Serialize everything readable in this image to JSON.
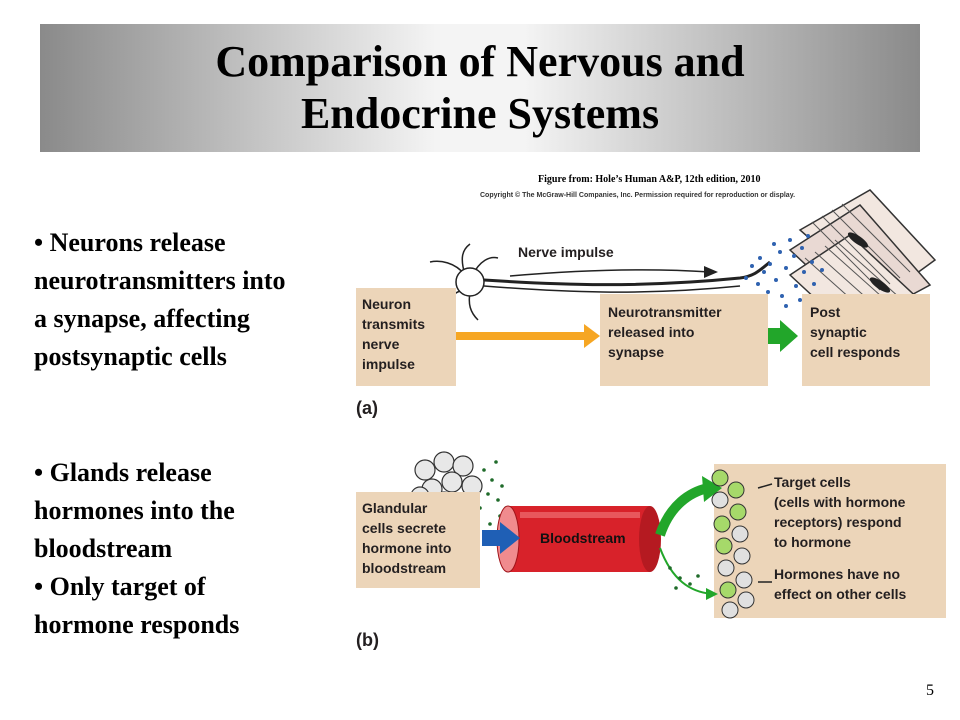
{
  "slide": {
    "title_line1": "Comparison of Nervous and",
    "title_line2": "Endocrine Systems",
    "page_number": "5"
  },
  "bullets_nervous": [
    "• Neurons release",
    "neurotransmitters into",
    "a synapse, affecting",
    "postsynaptic cells"
  ],
  "bullets_endocrine": [
    "• Glands release",
    "hormones into the",
    "bloodstream",
    "• Only target of",
    "hormone responds"
  ],
  "figure": {
    "credit": "Figure from: Hole’s Human A&P, 12th edition, 2010",
    "copyright": "Copyright © The McGraw-Hill Companies, Inc. Permission required for reproduction or display.",
    "panel_a": {
      "label": "(a)",
      "nerve_impulse": "Nerve impulse",
      "box1": [
        "Neuron",
        "transmits",
        "nerve",
        "impulse"
      ],
      "box2": [
        "Neurotransmitter",
        "released into",
        "synapse"
      ],
      "box3": [
        "Post",
        "synaptic",
        "cell responds"
      ]
    },
    "panel_b": {
      "label": "(b)",
      "box1": [
        "Glandular",
        "cells secrete",
        "hormone into",
        "bloodstream"
      ],
      "bloodstream": "Bloodstream",
      "target": [
        "Target cells",
        "(cells with hormone",
        "receptors) respond",
        "to hormone"
      ],
      "other": [
        "Hormones have no",
        "effect on other cells"
      ]
    },
    "colors": {
      "box_fill": "#ecd5b9",
      "orange_arrow": "#f6a623",
      "green_arrow": "#22a62a",
      "blue_arrow": "#1f5fb5",
      "bloodstream_red": "#d8222a",
      "dots_blue": "#2f62b0",
      "dots_green": "#1f6b2a"
    }
  }
}
